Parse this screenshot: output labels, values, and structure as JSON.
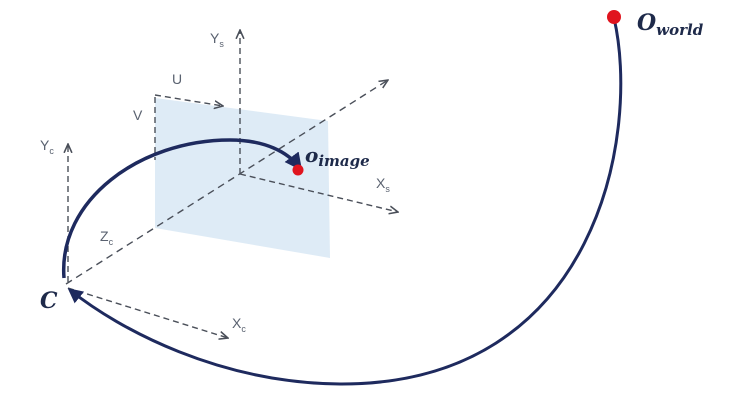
{
  "camera_frame": {
    "center_label": "C",
    "x_axis": {
      "main": "X",
      "sub": "c"
    },
    "y_axis": {
      "main": "Y",
      "sub": "c"
    },
    "z_axis": {
      "main": "Z",
      "sub": "c"
    }
  },
  "image_plane": {
    "u_label": "U",
    "v_label": "V",
    "x_axis": {
      "main": "X",
      "sub": "s"
    },
    "y_axis": {
      "main": "Y",
      "sub": "s"
    },
    "origin": {
      "main": "o",
      "sub": "image"
    }
  },
  "world": {
    "origin": {
      "main": "O",
      "sub": "world"
    }
  },
  "colors": {
    "curve": "#1e2a5e",
    "dashed_axes": "#4a4f59",
    "image_plane_fill": "#d8e8f5",
    "origin_point": "#e0141e",
    "text": "#1e2a4a"
  }
}
